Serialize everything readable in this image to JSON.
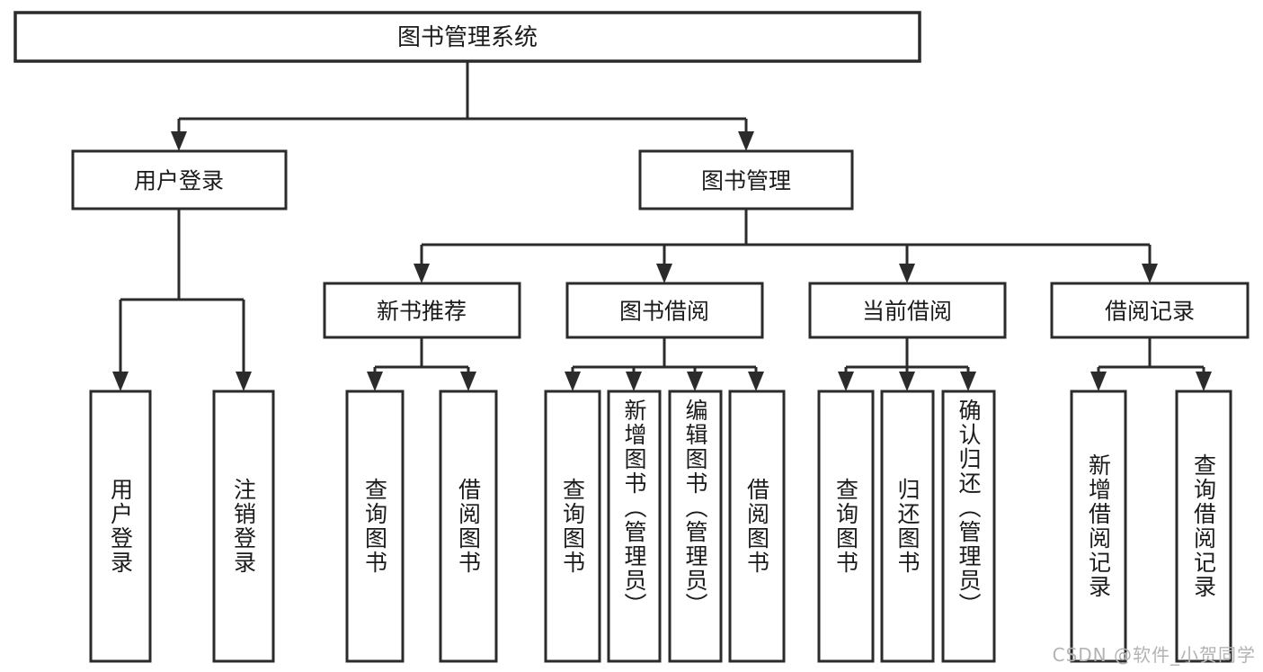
{
  "diagram": {
    "type": "tree-hierarchy",
    "title": "图书管理系统",
    "orientation": "top-down",
    "colors": {
      "box_stroke": "#2b2b2b",
      "box_fill": "#ffffff",
      "text": "#1b1b1b",
      "background": "#ffffff",
      "watermark": "#b3b3b3"
    },
    "root": {
      "label": "图书管理系统"
    },
    "level2": [
      {
        "label": "用户登录"
      },
      {
        "label": "图书管理"
      }
    ],
    "level3": [
      {
        "label": "新书推荐"
      },
      {
        "label": "图书借阅"
      },
      {
        "label": "当前借阅"
      },
      {
        "label": "借阅记录"
      }
    ],
    "leaves": {
      "user_login": [
        {
          "label": "用户登录"
        },
        {
          "label": "注销登录"
        }
      ],
      "new_book_recommend": [
        {
          "label": "查询图书"
        },
        {
          "label": "借阅图书"
        }
      ],
      "book_borrow": [
        {
          "label": "查询图书"
        },
        {
          "label": "新增图书（管理员）"
        },
        {
          "label": "编辑图书（管理员）"
        },
        {
          "label": "借阅图书"
        }
      ],
      "current_borrow": [
        {
          "label": "查询图书"
        },
        {
          "label": "归还图书"
        },
        {
          "label": "确认归还（管理员）"
        }
      ],
      "borrow_record": [
        {
          "label": "新增借阅记录"
        },
        {
          "label": "查询借阅记录"
        }
      ]
    }
  },
  "watermark": {
    "text": "CSDN @软件_小贺同学"
  }
}
